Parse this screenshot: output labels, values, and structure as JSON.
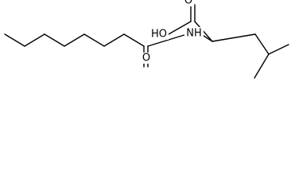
{
  "atoms": {
    "hydroxyl": "HO",
    "carbonyl_oxygen_acid": "O",
    "carbonyl_oxygen_amide": "O",
    "amide_nitrogen": "NH"
  },
  "colors": {
    "bond": "#000000",
    "label": "#000000",
    "background": "#ffffff"
  }
}
